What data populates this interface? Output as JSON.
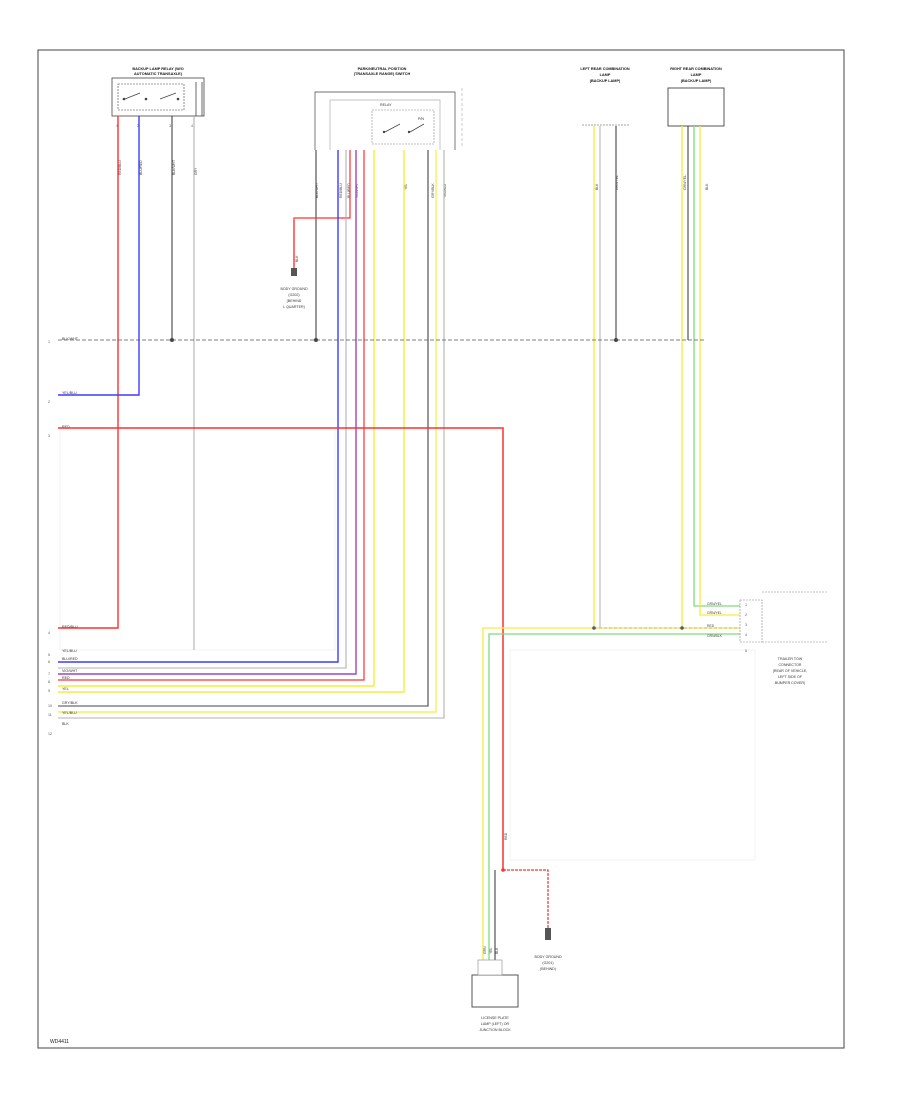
{
  "diagram": {
    "reference_number": "WD4411",
    "colors": {
      "frame": "#555555",
      "black": "#444444",
      "gray": "#b0b0b0",
      "red": "#ff3030",
      "blue": "#3c3cff",
      "violet": "#9a46c8",
      "yellow": "#f2ef3a",
      "green": "#7fdc7f",
      "background": "#ffffff"
    },
    "components": {
      "switch": {
        "title1": "BACKUP LAMP RELAY (W/O",
        "title2": "AUTOMATIC TRANSAXLE)"
      },
      "range_sensor": {
        "title1": "PARK/NEUTRAL POSITION",
        "title2": "(TRANSAXLE RANGE) SWITCH"
      },
      "left_lamp": {
        "title1": "LEFT REAR COMBINATION",
        "title2": "LAMP",
        "title3": "(BACKUP LAMP)"
      },
      "right_lamp": {
        "title1": "RIGHT REAR COMBINATION",
        "title2": "LAMP",
        "title3": "(BACKUP LAMP)"
      },
      "ground1": {
        "l1": "BODY GROUND",
        "l2": "(G202)",
        "l3": "(BEHIND",
        "l4": "L QUARTER)"
      },
      "ground2": {
        "l1": "BODY GROUND",
        "l2": "(G201)",
        "l3": "(BEHIND)"
      },
      "trailer": {
        "l1": "TRAILER TOW",
        "l2": "CONNECTOR",
        "l3": "(REAR OF VEHICLE,",
        "l4": "LEFT SIDE OF",
        "l5": "BUMPER COVER)"
      },
      "bottom_box": {
        "l1": "LICENSE PLATE",
        "l2": "LAMP (LEFT) OR",
        "l3": "JUNCTION BLOCK"
      }
    },
    "rails": {
      "r1": {
        "idx": "1",
        "label": "BLK/WHT"
      },
      "r2": {
        "idx": "2",
        "label": "YEL/BLU"
      },
      "r3": {
        "idx": "3",
        "label": "RED"
      },
      "r4": {
        "idx": "4",
        "label": "RED/BLU"
      },
      "r5": {
        "idx": "5",
        "label": "YEL/BLU"
      },
      "r6": {
        "idx": "6",
        "label": "BLU/RED"
      },
      "r7": {
        "idx": "7",
        "label": "VIO/WHT"
      },
      "r8": {
        "idx": "8",
        "label": "RED"
      },
      "r9": {
        "idx": "9",
        "label": "YEL"
      },
      "r10": {
        "idx": "10",
        "label": "GRY/BLK"
      },
      "r11": {
        "idx": "11",
        "label": "YEL/BLU"
      },
      "r12": {
        "idx": "12",
        "label": "BLK"
      }
    },
    "wire_labels": {
      "sw1": "RED/BLU",
      "sw2": "BLU/RED",
      "sw3": "BLK/WHT",
      "sw4": "GRY",
      "rs1": "BLK/WHT",
      "rs2": "RED/BLU",
      "rs3": "BLU/RED",
      "rs4": "VIO/WHT",
      "rs5": "YEL",
      "rs6": "GRY/BLK",
      "rs7": "YEL/BLU",
      "lamp_l1": "BLK",
      "lamp_l2": "GRN/YEL",
      "lamp_r1": "GRN/YEL",
      "lamp_r2": "BLK",
      "gnd1": "BLK",
      "t1": "GRN/YEL",
      "t2": "GRN/YEL",
      "t3": "RED",
      "t4": "GRN/BLK",
      "bottom_red": "RED",
      "b1": "GRN",
      "b2": "YEL",
      "b3": "BLK"
    },
    "switch_contacts": {
      "c1": "RELAY",
      "c2": "P/N"
    },
    "trailer_pins": {
      "p1": "1",
      "p2": "2",
      "p3": "3",
      "p4": "4",
      "p5": "5"
    }
  }
}
